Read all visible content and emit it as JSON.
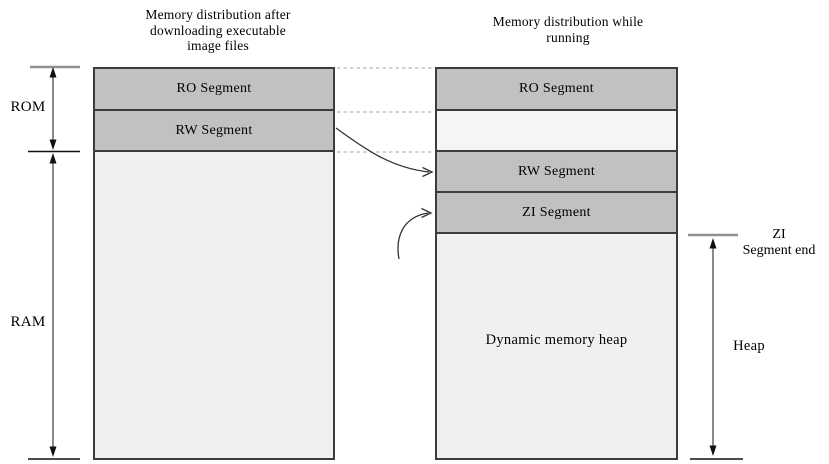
{
  "diagram": {
    "left_column": {
      "title": "Memory distribution after\ndownloading executable\nimage files",
      "rom_label": "ROM",
      "ram_label": "RAM",
      "segments": [
        {
          "name": "ro",
          "label": "RO Segment"
        },
        {
          "name": "rw",
          "label": "RW Segment"
        }
      ]
    },
    "right_column": {
      "title": "Memory distribution while\nrunning",
      "segments": [
        {
          "name": "ro",
          "label": "RO Segment"
        },
        {
          "name": "rw",
          "label": "RW Segment"
        },
        {
          "name": "zi",
          "label": "ZI Segment"
        },
        {
          "name": "heap",
          "label": "Dynamic memory heap"
        }
      ],
      "zi_segment_end_label": "ZI\nSegment end",
      "heap_label": "Heap"
    },
    "colors": {
      "segment_fill": "#c1c1c1",
      "empty_fill": "#f0f0f0",
      "gap_fill": "#f5f5f5",
      "border": "#3c3c3c",
      "dashed_connector": "#b8b8b8",
      "arrow": "#333333",
      "gray_tick": "#8f8f8f",
      "black_tick": "#111111"
    }
  }
}
